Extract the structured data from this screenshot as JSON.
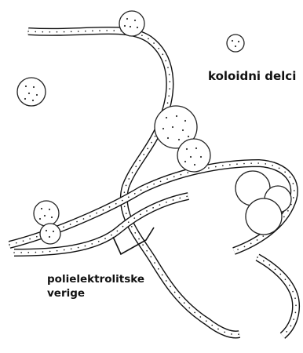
{
  "labels": {
    "colloids": "koloidni delci",
    "chains_line1": "polielektrolitske",
    "chains_line2": "verige"
  }
}
